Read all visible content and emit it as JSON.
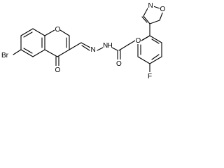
{
  "molecule": {
    "atoms": {
      "bromine": "Br",
      "chromone_ring_oxygen": "O",
      "chromone_keto_oxygen": "O",
      "hydrazone_n1": "N",
      "hydrazone_n2": "N",
      "hydrazone_h": "H",
      "amide_oxygen": "O",
      "ether_oxygen": "O",
      "isoxazole_nitrogen": "N",
      "isoxazole_oxygen": "O",
      "fluorine": "F"
    }
  }
}
